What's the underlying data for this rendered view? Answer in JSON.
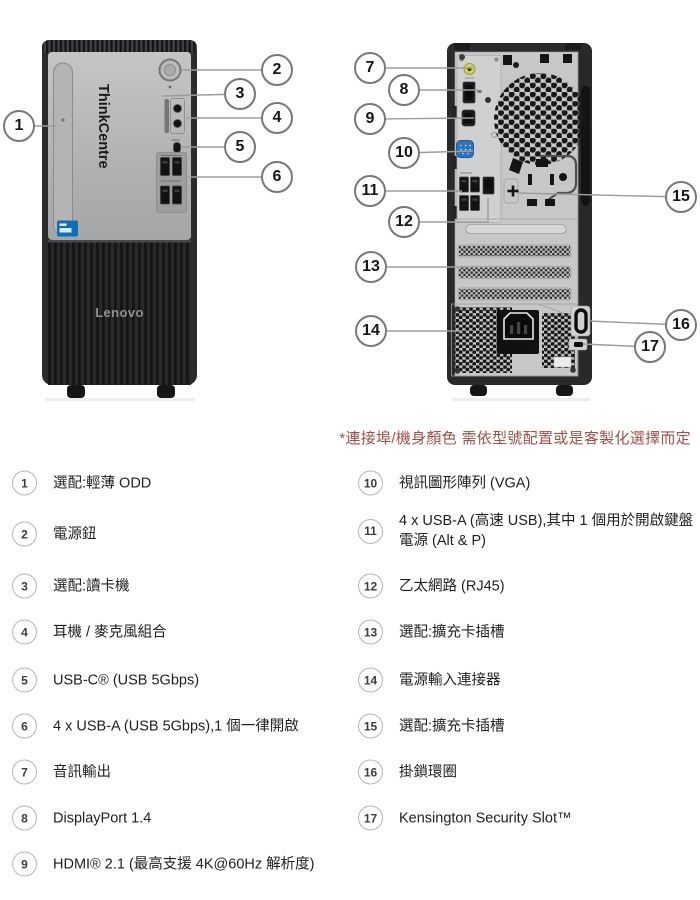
{
  "note": "*連接埠/機身顏色 需依型號配置或是客製化選擇而定",
  "front_view": {
    "vertical_brand": "ThinkCentre",
    "logo": "Lenovo"
  },
  "callouts": [
    {
      "num": "1"
    },
    {
      "num": "2"
    },
    {
      "num": "3"
    },
    {
      "num": "4"
    },
    {
      "num": "5"
    },
    {
      "num": "6"
    },
    {
      "num": "7"
    },
    {
      "num": "8"
    },
    {
      "num": "9"
    },
    {
      "num": "10"
    },
    {
      "num": "11"
    },
    {
      "num": "12"
    },
    {
      "num": "13"
    },
    {
      "num": "14"
    },
    {
      "num": "15"
    },
    {
      "num": "16"
    },
    {
      "num": "17"
    }
  ],
  "legend": {
    "left": [
      {
        "num": "1",
        "text": "選配:輕薄 ODD"
      },
      {
        "num": "2",
        "text": "電源鈕"
      },
      {
        "num": "3",
        "text": "選配:讀卡機"
      },
      {
        "num": "4",
        "text": "耳機 / 麥克風組合"
      },
      {
        "num": "5",
        "text": "USB-C® (USB 5Gbps)"
      },
      {
        "num": "6",
        "text": "4 x USB-A (USB 5Gbps),1 個一律開啟"
      },
      {
        "num": "7",
        "text": "音訊輸出"
      },
      {
        "num": "8",
        "text": "DisplayPort 1.4"
      },
      {
        "num": "9",
        "text": "HDMI® 2.1 (最高支援 4K@60Hz 解析度)"
      }
    ],
    "right": [
      {
        "num": "10",
        "text": "視訊圖形陣列 (VGA)"
      },
      {
        "num": "11",
        "text": "4 x USB-A (高速 USB),其中 1 個用於開啟鍵盤電源 (Alt & P)"
      },
      {
        "num": "12",
        "text": "乙太網路 (RJ45)"
      },
      {
        "num": "13",
        "text": "選配:擴充卡插槽"
      },
      {
        "num": "14",
        "text": "電源輸入連接器"
      },
      {
        "num": "15",
        "text": "選配:擴充卡插槽"
      },
      {
        "num": "16",
        "text": "掛鎖環圈"
      },
      {
        "num": "17",
        "text": "Kensington Security Slot™"
      }
    ]
  },
  "colors": {
    "note_text": "#9d5148",
    "vga_port": "#2f74b8",
    "audio_out_port": "#cdd254",
    "chassis_dark": "#2c2c2e",
    "panel_silver": "#b5b7b9",
    "rear_panel_gray": "#c6c7c8"
  }
}
